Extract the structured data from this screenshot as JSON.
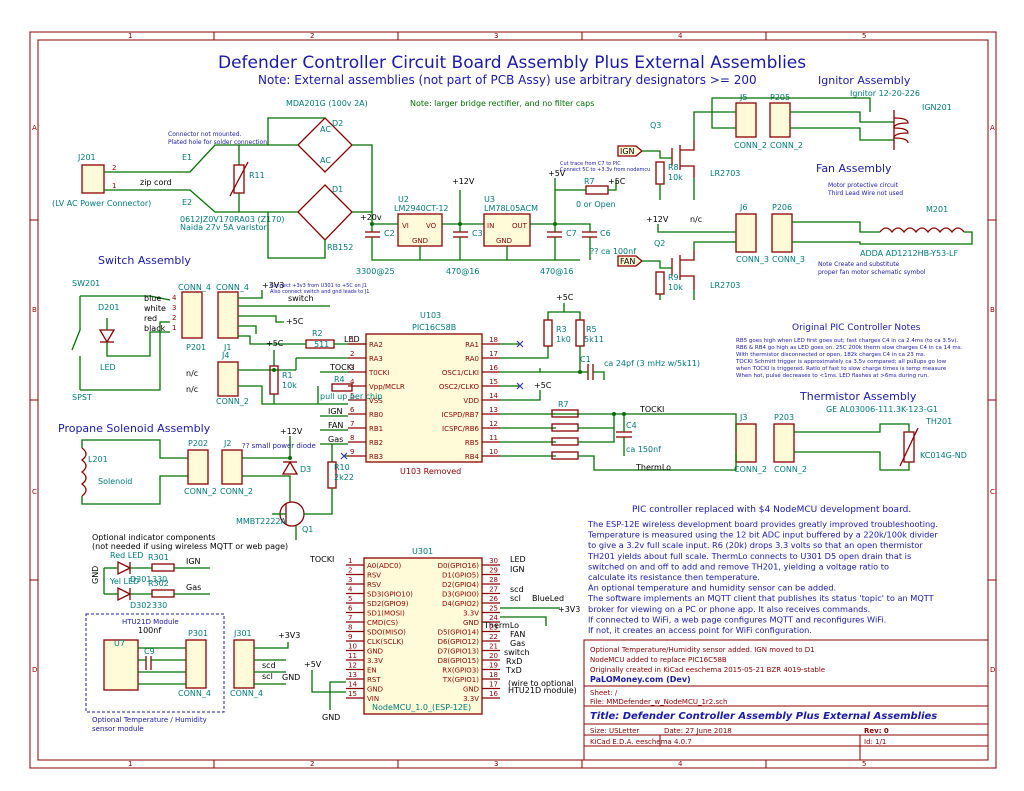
{
  "title": {
    "main": "Defender Controller Circuit Board Assembly Plus External Assemblies",
    "note": "Note: External assemblies (not part of PCB Assy) use arbitrary designators >= 200"
  },
  "border": {
    "cols": [
      "1",
      "2",
      "3",
      "4",
      "5"
    ],
    "rows": [
      "A",
      "B",
      "C",
      "D"
    ]
  },
  "sections": {
    "ignitor": "Ignitor Assembly",
    "fan": "Fan Assembly",
    "switch": "Switch Assembly",
    "propane": "Propane Solenoid Assembly",
    "thermistor": "Thermistor Assembly",
    "orig_notes_title": "Original PIC Controller Notes"
  },
  "notes": {
    "bridge": "Note: larger bridge rectifier, and no filter caps",
    "connector": [
      "Connector not mounted.",
      "Plated hole for solder connection"
    ],
    "motor": [
      "Motor protective circuit",
      "Third Lead Wire not used"
    ],
    "fan_symbol": [
      "Note Create and substitute",
      "proper fan motor schematic symbol"
    ],
    "switch_conn": [
      "Connect +3v3 from U301 to +5C on J1",
      "Also connect switch and gnd leads to J1"
    ],
    "r7_note": [
      "Cut trace from C7 to PIC",
      "Connect 5C to +3.3v from nodemcu"
    ],
    "pic_replaced": "PIC controller replaced with $4 NodeMCU development board.",
    "esp_paragraph": [
      "The ESP-12E wireless development board provides greatly improved troubleshooting.",
      "Temperature is measured using the 12 bit ADC input buffered by a 220k/100k divider",
      "to give a 3.2v full scale input. R6 (20k) drops 3.3 volts so that an open thermistor",
      "TH201 yields about full scale.  ThermLo connects to U301 D5 open drain that is",
      "switched on and off to add and remove TH201, yielding a voltage ratio to",
      "calculate its resistance then temperature.",
      "An optional temperature and humidity sensor can be added.",
      "The software implements an MQTT client that publishes its status 'topic' to an MQTT",
      "broker for viewing on a PC or phone app. It also receives commands.",
      "If connected to WiFi, a web page configures MQTT and reconfigures WiFi.",
      "If not, it creates an access point for WiFi configuration."
    ],
    "orig_notes": [
      "RB5 goes high when LED first goes out; fast charges C4 in ca 2.4ms (to ca 3.5v).",
      "RB6 & RB4 go high as LED goes on. 25C 200k therm slow charges C4 in ca 14 ms.",
      "With thermistor disconnected or open, 182k charges C4 in ca 23 ms.",
      "TOCKI Schmitt trigger is approximately ca 3.5v compared; all pullups go low",
      "when TOCKI is triggered. Ratio of fast to slow charge times is temp measure",
      "When hot, pulse decreases to <1ms. LED flashes at >6ms during run."
    ],
    "indicator": [
      "Optional indicator components",
      "(not needed if using wireless MQTT or web page)"
    ],
    "htu_title": "HTU21D Module",
    "htu_cap": "100nf",
    "htu_foot": [
      "Optional Temperature / Humidity",
      "sensor module"
    ],
    "diode_note": "?? small power diode",
    "wire_note": [
      "(wire to optional",
      "HTU21D module)"
    ],
    "pic_removed": "U103 Removed"
  },
  "parts": {
    "j201": "J201",
    "j201_val": "(LV AC Power Connector)",
    "zip_cord": "zip cord",
    "e1": "E1",
    "e2": "E2",
    "r11": "R11",
    "r11_val": [
      "0612JZ0V170RA03 (Z170)",
      "Naida 27v 5A varistor"
    ],
    "d2": "D2",
    "d2_val": "MDA201G (100v 2A)",
    "d1": "D1",
    "d1_val": "RB152",
    "u2": "U2",
    "u2_val": "LM2940CT-12",
    "u2_in": "VI",
    "u2_out": "VO",
    "u2_gnd": "GND",
    "u3": "U3",
    "u3_val": "LM78L05ACM",
    "u3_in": "IN",
    "u3_out": "OUT",
    "u3_gnd": "GND",
    "c2": "C2",
    "c2_val": "3300@25",
    "c3": "C3",
    "c3_val": "470@16",
    "c7": "C7",
    "c7_val": "470@16",
    "c6": "C6",
    "c6_val": "?? ca 100nf",
    "r7": "R7",
    "r7_val": "0 or Open",
    "j5": "J5",
    "p205": "P205",
    "conn2": "CONN_2",
    "conn3": "CONN_3",
    "conn4": "CONN_4",
    "ign201": "IGN201",
    "ign_val": "Ignitor 12-20-226",
    "q3": "Q3",
    "q2": "Q2",
    "q_val": "LR2703",
    "r8": "R8",
    "r9": "R9",
    "r_10k": "10k",
    "j6": "J6",
    "p206": "P206",
    "m201": "M201",
    "m201_val": "ADDA AD1212HB-Y53-LF",
    "sw201": "SW201",
    "sw_val": "SPST",
    "d201": "D201",
    "led": "LED",
    "p201": "P201",
    "j1": "J1",
    "j4": "J4",
    "nc": "n/c",
    "wire_colors": [
      "blue",
      "white",
      "red",
      "black"
    ],
    "r2": "R2",
    "r2_val": "511",
    "r1": "R1",
    "r1_val": "10k",
    "r3": "R3",
    "r3_val": "1k0",
    "r5": "R5",
    "r5_val": "5k11",
    "c1": "C1",
    "c1_val": "ca 24pf (3 mHz w/5k11)",
    "r4": "R4",
    "r4_val": "pull up per chip",
    "u103": "U103",
    "u103_val": "PIC16C58B",
    "c4": "C4",
    "c4_val": "ca 150nf",
    "j3": "J3",
    "p203": "P203",
    "th201": "TH201",
    "th_val": "GE AL03006-111.3K-123-G1",
    "th_sub": "KC014G-ND",
    "l201": "L201",
    "sol_val": "Solenoid",
    "p202": "P202",
    "j2": "J2",
    "d3": "D3",
    "r10": "R10",
    "r10_val": "2k22",
    "q1": "Q1",
    "q1_val": "MMBT2222A",
    "d301": "D301",
    "d302": "D302",
    "r301": "R301",
    "r302": "R302",
    "red_led": "Red LED",
    "yel_led": "Yel LED",
    "r_330": "330",
    "u7": "U7",
    "c9": "C9",
    "p301": "P301",
    "j301": "J301",
    "u301": "U301",
    "u301_val": "NodeMCU_1.0_(ESP-12E)"
  },
  "nets": {
    "plus12": "+12V",
    "plus5": "+5V",
    "plus5c": "+5C",
    "plus3v3": "+3V3",
    "plus20": "+20v",
    "ign": "IGN",
    "fan": "FAN",
    "gas": "Gas",
    "tocki": "TOCKI",
    "led": "LED",
    "switch": "switch",
    "thermlo": "ThermLo",
    "gnd": "GND",
    "scd": "scd",
    "scl": "scl",
    "blueled": "BlueLed",
    "rxd": "RxD",
    "txd": "TxD",
    "plus3v3b": "+3V3"
  },
  "u103_pins_left": [
    {
      "name": "RA2",
      "num": "1"
    },
    {
      "name": "RA3",
      "num": "2"
    },
    {
      "name": "T0CKI",
      "num": "3"
    },
    {
      "name": "Vpp/MCLR",
      "num": "4"
    },
    {
      "name": "VSS",
      "num": "5"
    },
    {
      "name": "RB0",
      "num": "6"
    },
    {
      "name": "RB1",
      "num": "7"
    },
    {
      "name": "RB2",
      "num": "8"
    },
    {
      "name": "RB3",
      "num": "9"
    }
  ],
  "u103_pins_right": [
    {
      "name": "RA1",
      "num": "18"
    },
    {
      "name": "RA0",
      "num": "17"
    },
    {
      "name": "OSC1/CLKI",
      "num": "16"
    },
    {
      "name": "OSC2/CLKO",
      "num": "15"
    },
    {
      "name": "VDD",
      "num": "14"
    },
    {
      "name": "ICSPD/RB7",
      "num": "13"
    },
    {
      "name": "ICSPC/RB6",
      "num": "12"
    },
    {
      "name": "RB5",
      "num": "11"
    },
    {
      "name": "RB4",
      "num": "10"
    }
  ],
  "u301_pins_left": [
    {
      "name": "A0(ADC0)",
      "num": "1"
    },
    {
      "name": "RSV",
      "num": "2"
    },
    {
      "name": "RSV",
      "num": "3"
    },
    {
      "name": "SD3(GPIO10)",
      "num": "4"
    },
    {
      "name": "SD2(GPIO9)",
      "num": "5"
    },
    {
      "name": "SD1(MOSI)",
      "num": "6"
    },
    {
      "name": "CMD(CS)",
      "num": "7"
    },
    {
      "name": "SDO(MISO)",
      "num": "8"
    },
    {
      "name": "CLK(SCLK)",
      "num": "9"
    },
    {
      "name": "GND",
      "num": "10"
    },
    {
      "name": "3.3V",
      "num": "11"
    },
    {
      "name": "EN",
      "num": "12"
    },
    {
      "name": "RST",
      "num": "13"
    },
    {
      "name": "GND",
      "num": "14"
    },
    {
      "name": "VIN",
      "num": "15"
    }
  ],
  "u301_pins_right": [
    {
      "name": "D0(GPIO16)",
      "num": "30"
    },
    {
      "name": "D1(GPIO5)",
      "num": "29"
    },
    {
      "name": "D2(GPIO4)",
      "num": "28"
    },
    {
      "name": "D3(GPIO0)",
      "num": "27"
    },
    {
      "name": "D4(GPIO2)",
      "num": "26"
    },
    {
      "name": "3.3V",
      "num": "25"
    },
    {
      "name": "GND",
      "num": "24"
    },
    {
      "name": "D5(GPIO14)",
      "num": "23"
    },
    {
      "name": "D6(GPIO12)",
      "num": "22"
    },
    {
      "name": "D7(GPIO13)",
      "num": "21"
    },
    {
      "name": "D8(GPIO15)",
      "num": "20"
    },
    {
      "name": "RX(GPIO3)",
      "num": "19"
    },
    {
      "name": "TX(GPIO1)",
      "num": "18"
    },
    {
      "name": "GND",
      "num": "17"
    },
    {
      "name": "3.3V",
      "num": "16"
    }
  ],
  "titleblock": {
    "rev_notes": [
      "Optional Temperature/Humidity sensor added. IGN moved to D1",
      "NodeMCU added to replace PIC16C58B",
      "Originally created in KiCad eeschema 2015-05-21 BZR 4019-stable"
    ],
    "company": "PaLOMoney.com (Dev)",
    "sheet": "Sheet: /",
    "file": "File: MMDefender_w_NodeMCU_1r2.sch",
    "title": "Title: Defender Controller Assembly Plus External Assemblies",
    "size": "Size: USLetter",
    "date": "Date: 27 June 2018",
    "rev": "Rev: 0",
    "kicad": "KiCad E.D.A.  eeschema 4.0.7",
    "id": "Id: 1/1"
  }
}
